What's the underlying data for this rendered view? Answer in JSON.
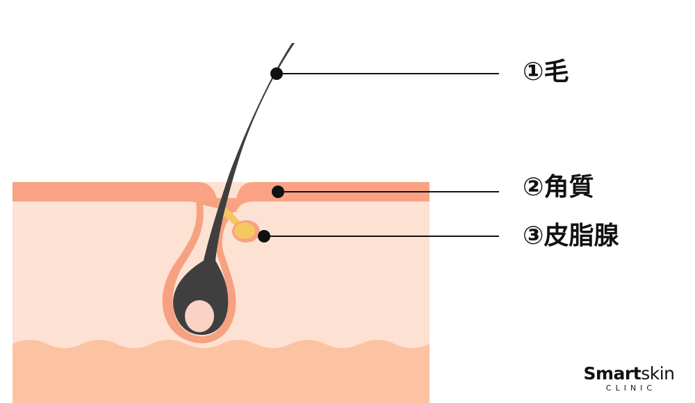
{
  "labels": {
    "hair": "①毛",
    "keratin": "②角質",
    "sebaceous": "③皮脂腺"
  },
  "logo": {
    "brand_bold": "Smart",
    "brand_light": "skin",
    "sub": "CLINIC"
  },
  "colors": {
    "stratum_corneum": "#f9a384",
    "epidermis": "#fde1d3",
    "dermis": "#fcc3a3",
    "follicle_sheath": "#f6a182",
    "hair": "#3f3f3f",
    "papilla": "#fad3c6",
    "sebaceous_gland": "#f6c75e",
    "leader": "#111111"
  }
}
